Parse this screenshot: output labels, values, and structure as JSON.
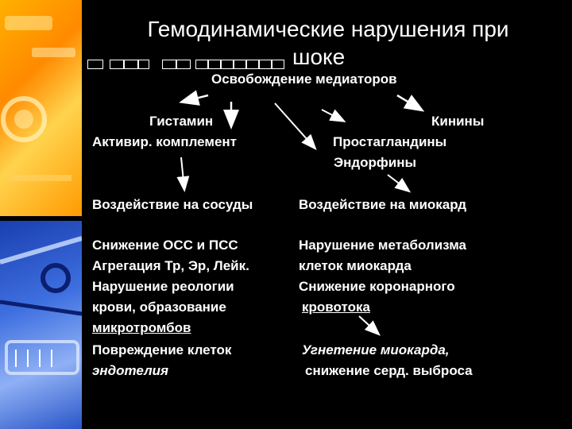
{
  "title_line1": "Гемодинамические нарушения при",
  "title_line2": "шоке",
  "subtitle": "Освобождение медиаторов",
  "left_group": {
    "histamine": "Гистамин",
    "complement": "Активир. комплемент"
  },
  "right_group": {
    "kinins": "Кинины",
    "prostaglandins": "Простагландины",
    "endorphins": "Эндорфины"
  },
  "vessels_heading": "Воздействие на сосуды",
  "myocard_heading": "Воздействие на миокард",
  "vessels_effects": [
    "Снижение ОСС и ПСС",
    "Агрегация Тр, Эр, Лейк.",
    "Нарушение реологии",
    "крови, образование",
    "микротромбов",
    "Повреждение клеток",
    "эндотелия"
  ],
  "myocard_effects": [
    "Нарушение метаболизма",
    "клеток миокарда",
    "Снижение коронарного",
    "кровотока"
  ],
  "myocard_outcome": {
    "line1": "Угнетение миокарда,",
    "line2": "снижение серд. выброса"
  }
}
